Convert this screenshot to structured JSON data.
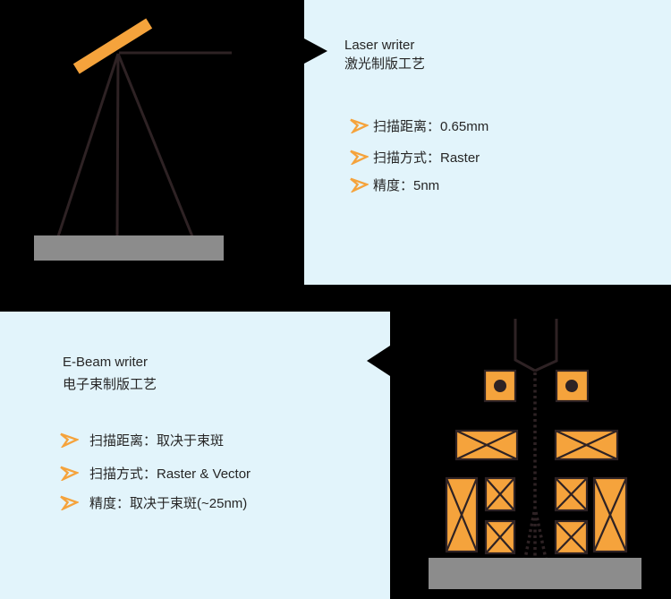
{
  "colors": {
    "background": "#000000",
    "panel": "#E2F4FB",
    "accent_orange": "#F5A33C",
    "substrate_gray": "#8C8C8C",
    "line_dark": "#2E2224",
    "text": "#262626"
  },
  "laser_panel": {
    "title": "Laser writer",
    "subtitle": "激光制版工艺",
    "bullets": [
      "扫描距离：0.65mm",
      "扫描方式：Raster",
      "精度：5nm"
    ]
  },
  "ebeam_panel": {
    "title": "E-Beam writer",
    "subtitle": "电子束制版工艺",
    "bullets": [
      "扫描距离：取决于束斑",
      "扫描方式：Raster & Vector",
      "精度：取决于束斑(~25nm)"
    ]
  },
  "icons": {
    "bullet": "arrowhead-right-icon",
    "laser_callout": "callout-pointer-right",
    "ebeam_callout": "callout-pointer-left"
  }
}
